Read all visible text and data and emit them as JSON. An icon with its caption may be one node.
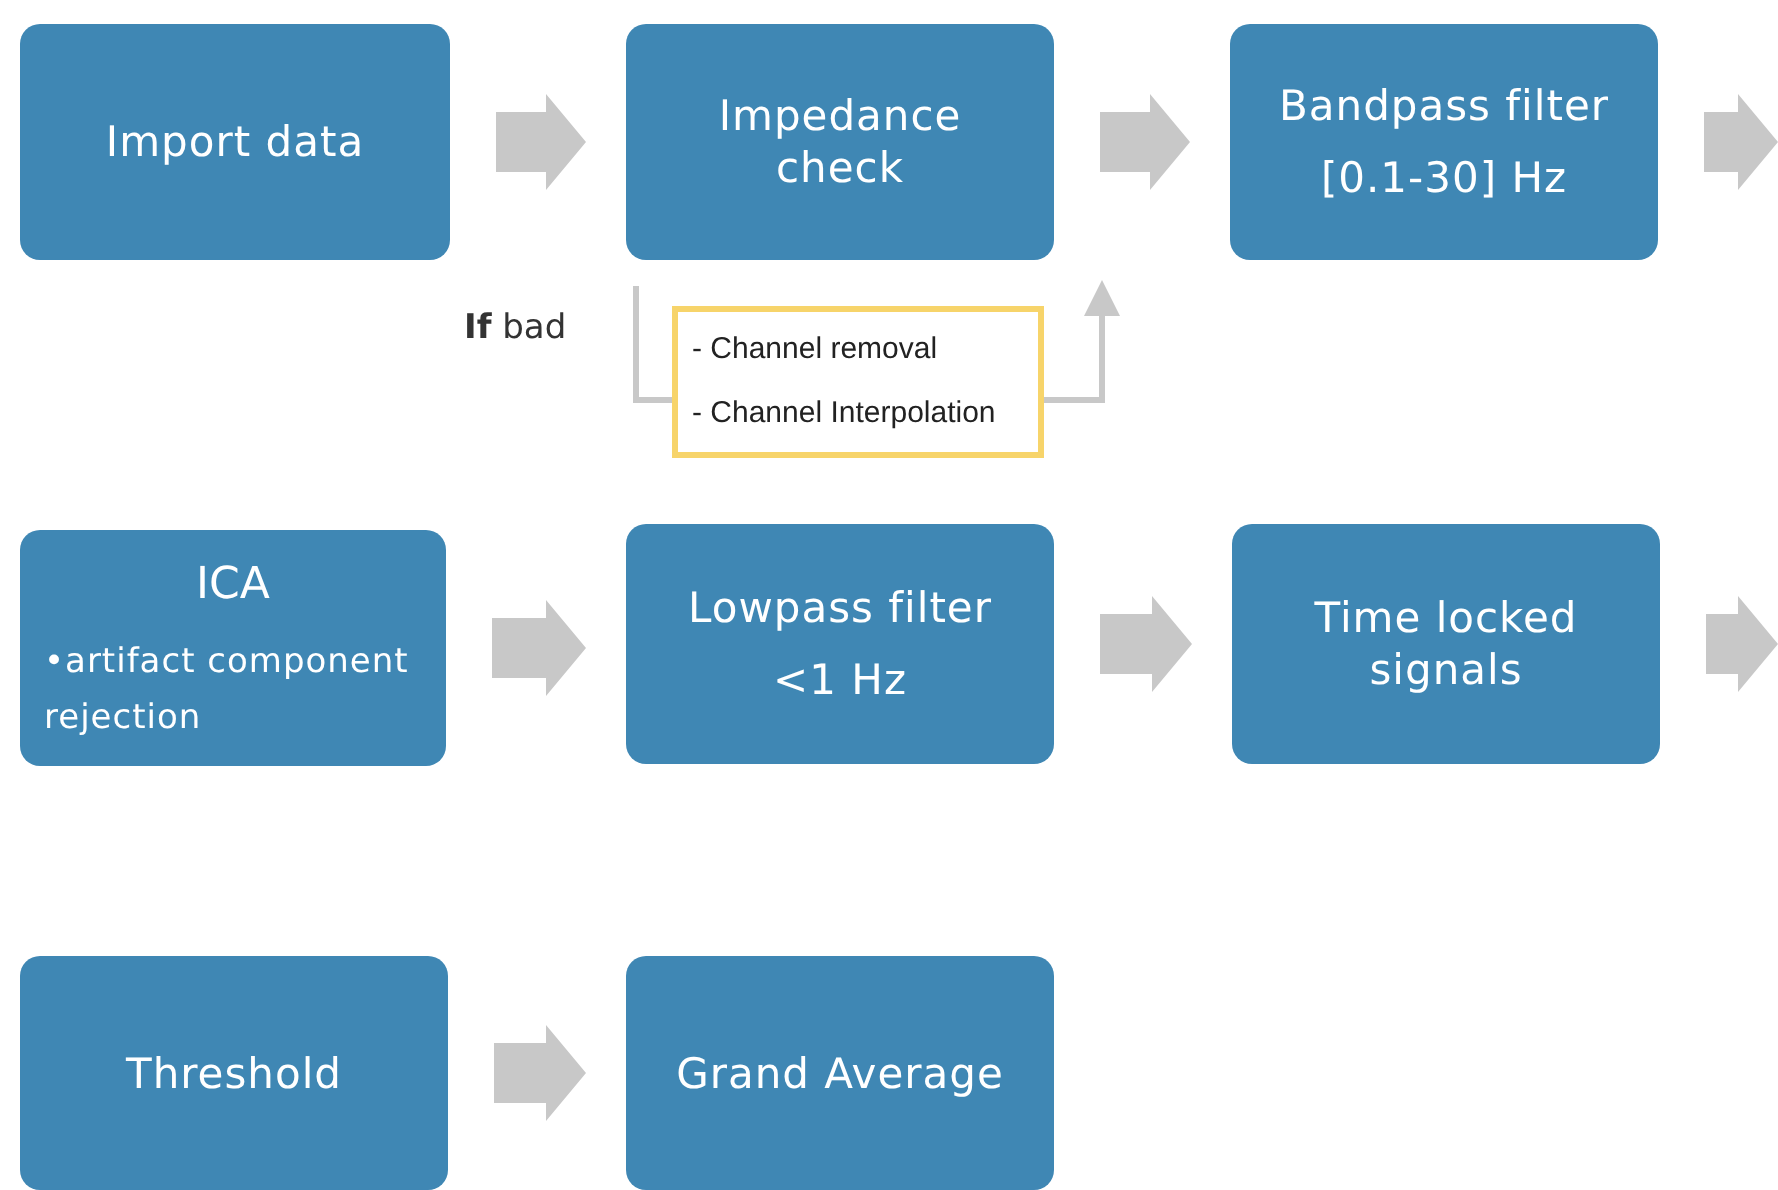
{
  "diagram": {
    "nodes": [
      {
        "text": [
          "Import data"
        ]
      },
      {
        "text": [
          "Impedance check"
        ]
      },
      {
        "text": [
          "Bandpass filter",
          "[0.1-30] Hz"
        ]
      },
      {
        "text": [
          "- Channel removal",
          "- Channel Interpolation"
        ]
      },
      {
        "text": [
          "ICA",
          "•artifact component rejection"
        ]
      },
      {
        "text": [
          "Lowpass filter",
          "<1 Hz"
        ]
      },
      {
        "text": [
          "Time locked signals"
        ]
      },
      {
        "text": [
          "Threshold"
        ]
      },
      {
        "text": [
          "Grand Average"
        ]
      }
    ],
    "edges": [
      {
        "from": 0,
        "to": 1,
        "arrow": "to"
      },
      {
        "from": 1,
        "to": 2,
        "arrow": "to"
      },
      {
        "from": 2,
        "to": null,
        "arrow": "to"
      },
      {
        "from": 1,
        "to": 3,
        "arrow": "none",
        "label": "**If** bad"
      },
      {
        "from": 3,
        "to": 1,
        "arrow": "to"
      },
      {
        "from": 4,
        "to": 5,
        "arrow": "to"
      },
      {
        "from": 5,
        "to": 6,
        "arrow": "to"
      },
      {
        "from": 6,
        "to": null,
        "arrow": "to"
      },
      {
        "from": 7,
        "to": 8,
        "arrow": "to"
      }
    ]
  }
}
